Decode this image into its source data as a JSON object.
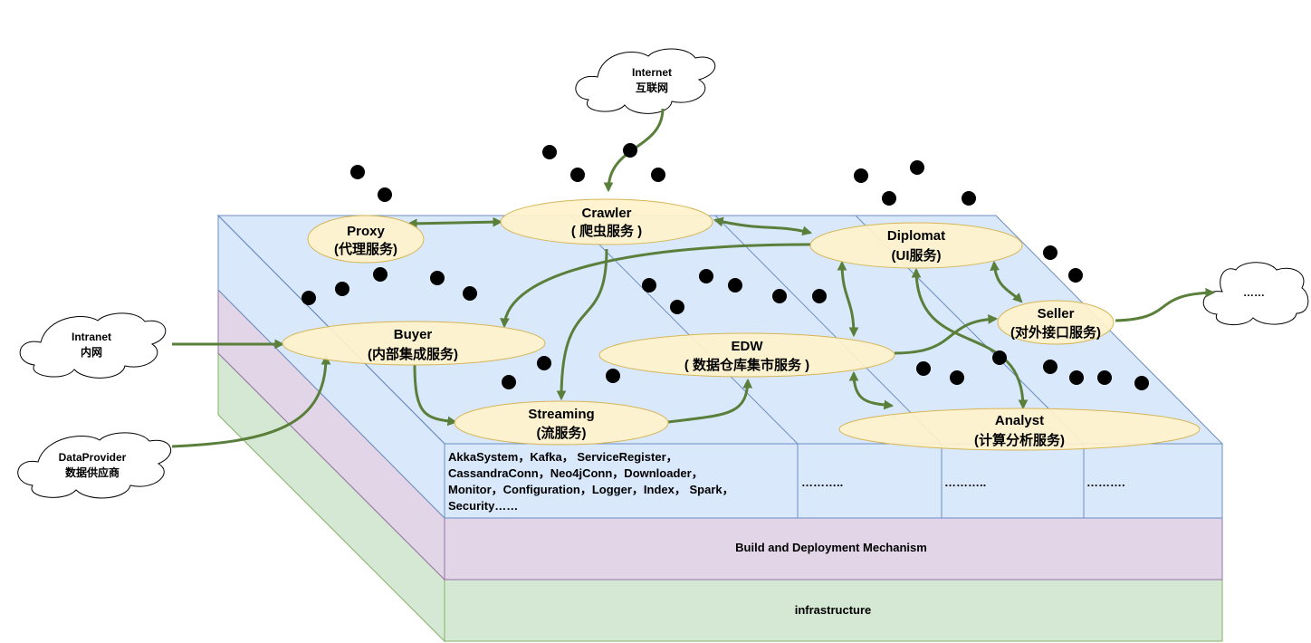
{
  "clouds": {
    "internet": {
      "line1": "Internet",
      "line2": "互联网"
    },
    "intranet": {
      "line1": "Intranet",
      "line2": "内网"
    },
    "dataprovider": {
      "line1": "DataProvider",
      "line2": "数据供应商"
    },
    "external": {
      "line1": "……"
    }
  },
  "services": {
    "proxy": {
      "name": "Proxy",
      "desc": "(代理服务)"
    },
    "crawler": {
      "name": "Crawler",
      "desc": "( 爬虫服务 )"
    },
    "diplomat": {
      "name": "Diplomat",
      "desc": "(UI服务)"
    },
    "seller": {
      "name": "Seller",
      "desc": "(对外接口服务)"
    },
    "buyer": {
      "name": "Buyer",
      "desc": "(内部集成服务)"
    },
    "edw": {
      "name": "EDW",
      "desc": "( 数据仓库集市服务 )"
    },
    "streaming": {
      "name": "Streaming",
      "desc": "(流服务)"
    },
    "analyst": {
      "name": "Analyst",
      "desc": "(计算分析服务)"
    }
  },
  "libraries": {
    "line1": "AkkaSystem，Kafka， ServiceRegister，",
    "line2": "CassandraConn，Neo4jConn，Downloader，",
    "line3": "Monitor，Configuration，Logger，Index， Spark，",
    "line4": "Security……",
    "placeholder1": "………..",
    "placeholder2": "………..",
    "placeholder3": "………."
  },
  "layers": {
    "build": "Build and Deployment Mechanism",
    "infrastructure": "infrastructure"
  },
  "colors": {
    "services_layer": "#dae8fc",
    "build_layer": "#e1d5e7",
    "infra_layer": "#d5e8d4",
    "service_ellipse": "#fff2cc",
    "arrow": "#5a7f3a"
  }
}
